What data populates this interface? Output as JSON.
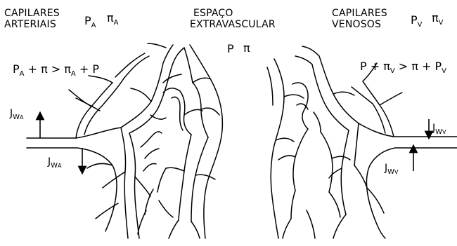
{
  "headers": {
    "arterial": {
      "line1": "CAPILARES",
      "line2": "ARTERIAIS"
    },
    "extravascular": {
      "line1": "ESPAÇO",
      "line2": "EXTRAVASCULAR"
    },
    "venous": {
      "line1": "CAPILARES",
      "line2": "VENOSOS"
    }
  },
  "symbols": {
    "P": "P",
    "pi": "π",
    "sub_A": "A",
    "sub_V": "V",
    "J": "J",
    "W": "W"
  },
  "equations": {
    "arterial": {
      "a": "P",
      "b": " + π > π",
      "c": " + P"
    },
    "venous": {
      "a": "P + π",
      "b": " > π + P"
    }
  },
  "colors": {
    "ink": "#000000",
    "background": "#ffffff"
  }
}
